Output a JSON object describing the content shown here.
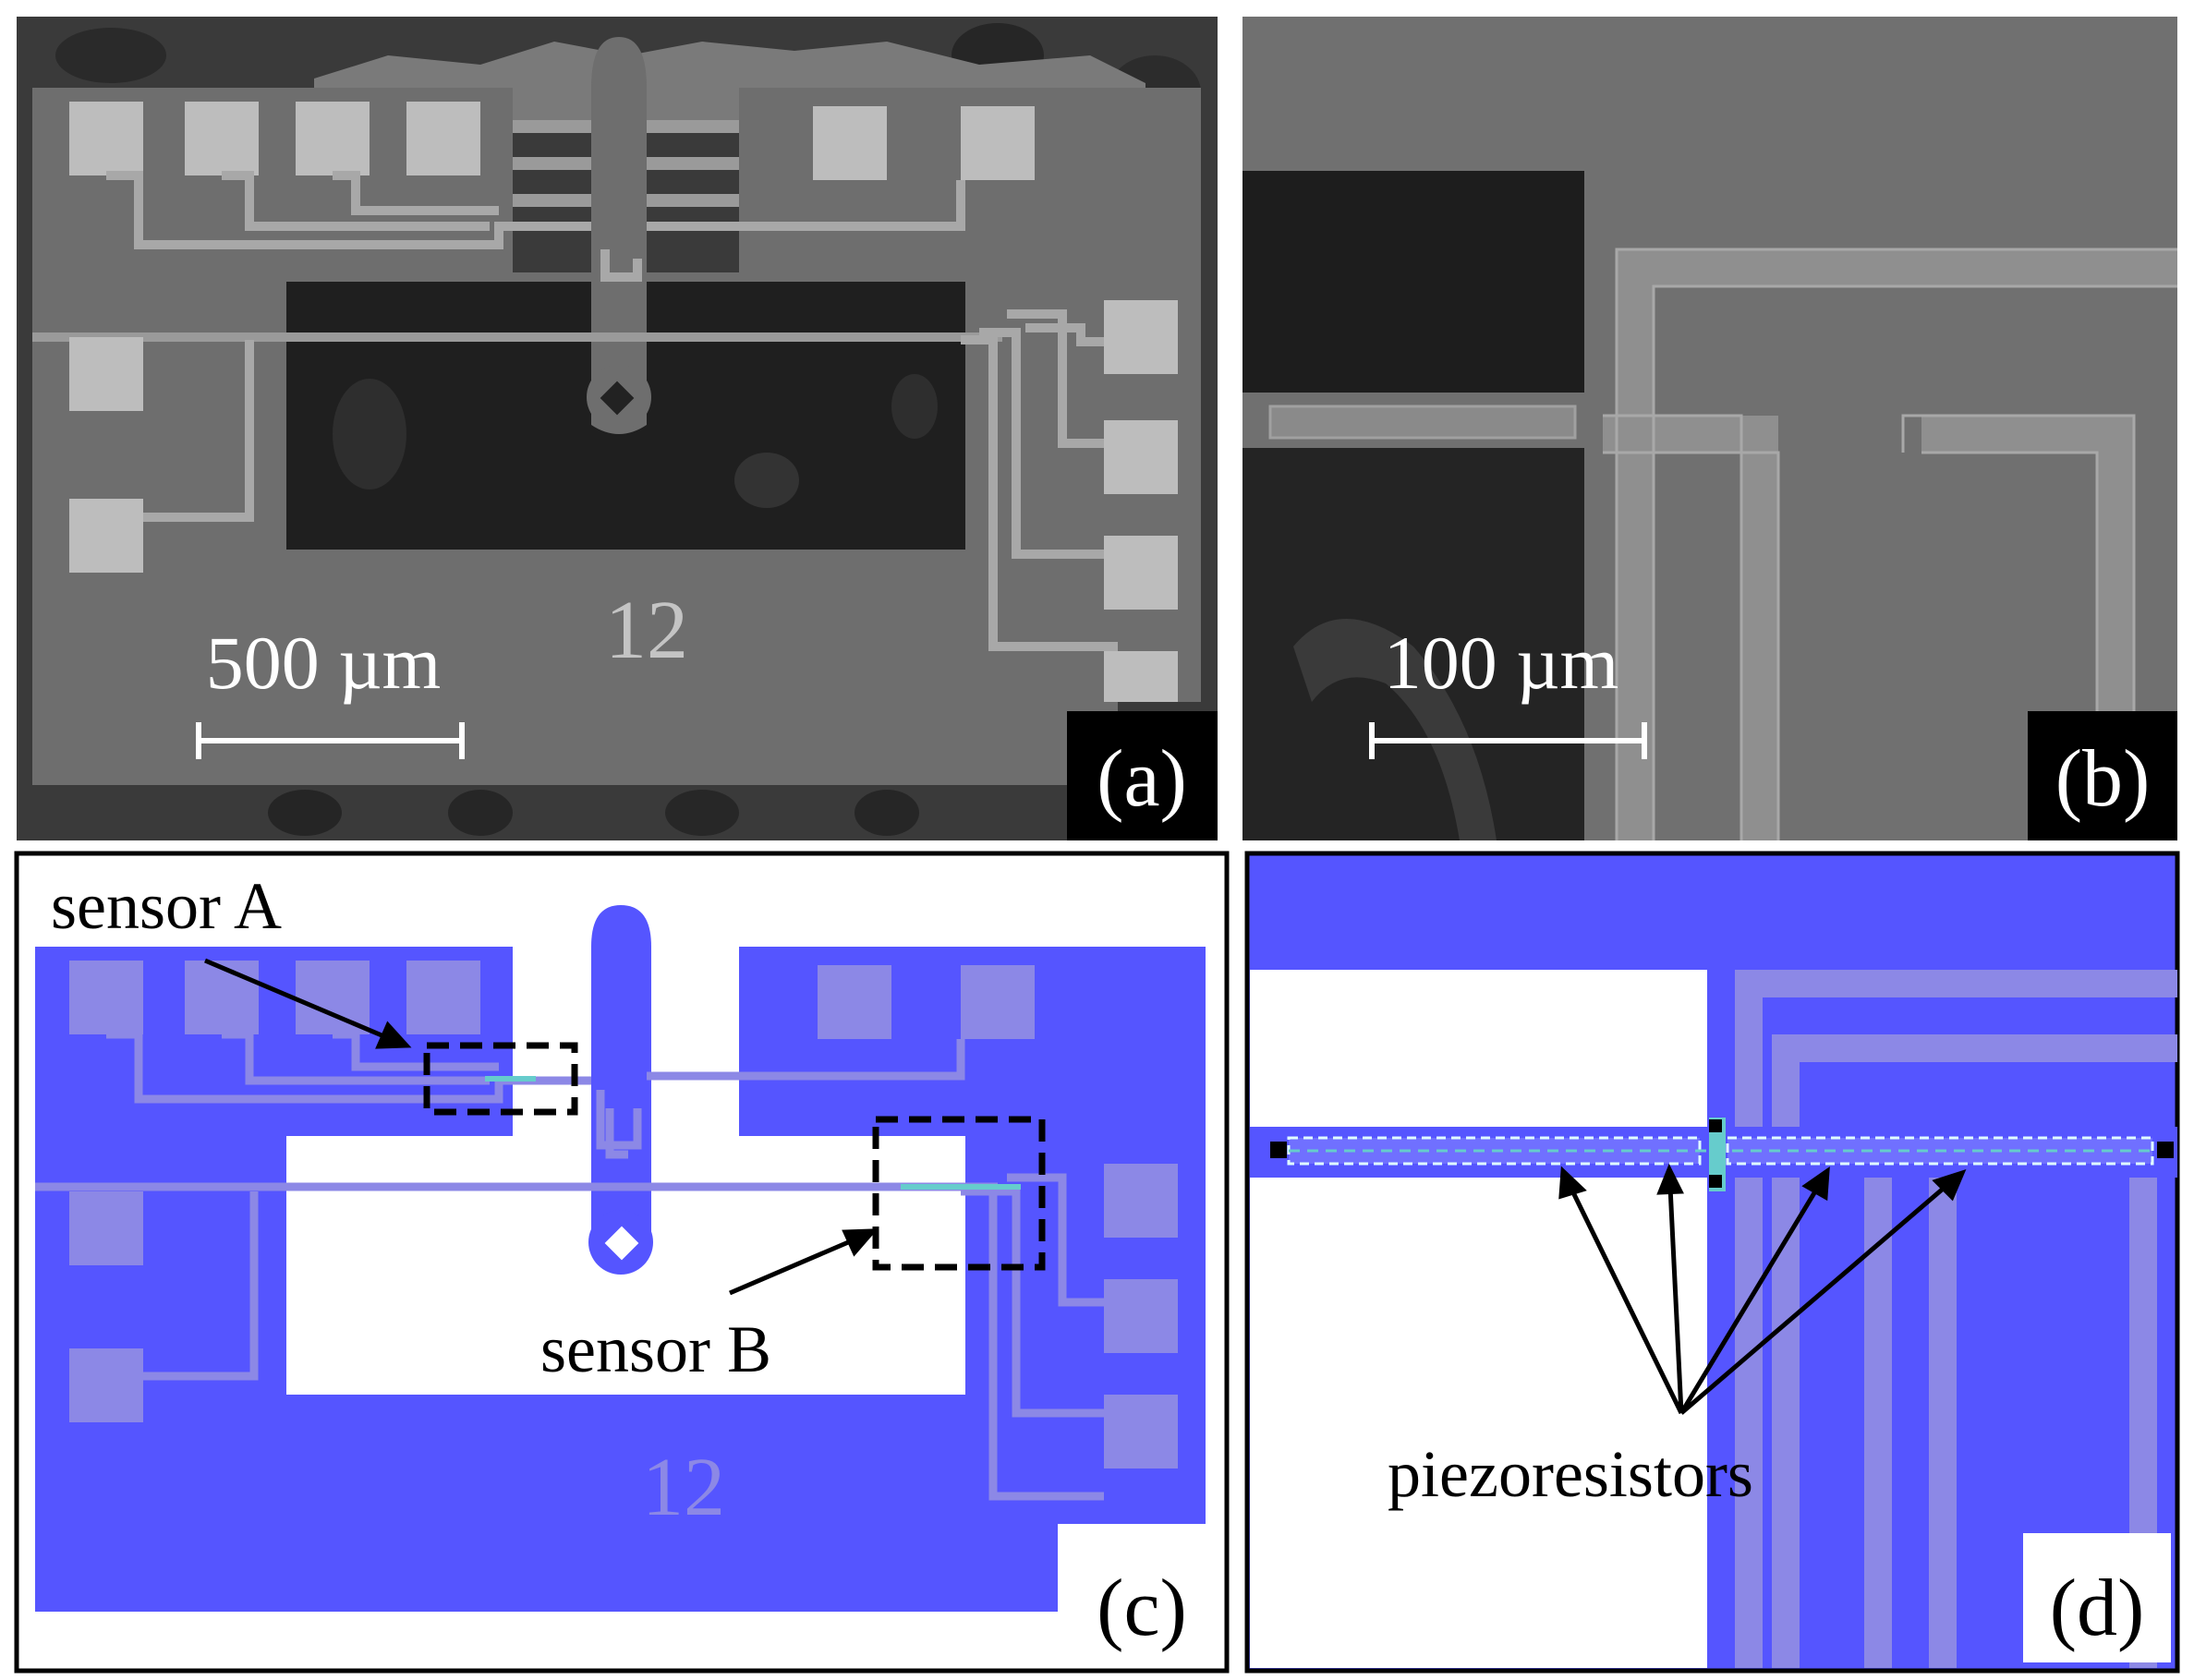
{
  "panels": {
    "a": {
      "label": "(a)",
      "scalebar": "500 µm",
      "chip_number": "12"
    },
    "b": {
      "label": "(b)",
      "scalebar": "100 µm"
    },
    "c": {
      "label": "(c)",
      "sensor_a": "sensor A",
      "sensor_b": "sensor B",
      "chip_number": "12"
    },
    "d": {
      "label": "(d)",
      "annotation": "piezoresistors"
    }
  },
  "colors": {
    "sem_background": "#3c3c3c",
    "sem_chip": "#6e6e6e",
    "sem_pad": "#bdbdbd",
    "sem_hole": "#1c1c1c",
    "layout_blue": "#5555ff",
    "layout_trace": "#8c88e6",
    "layout_white": "#ffffff",
    "resistor_cyan": "#66cccc",
    "label_box": "#000000"
  }
}
